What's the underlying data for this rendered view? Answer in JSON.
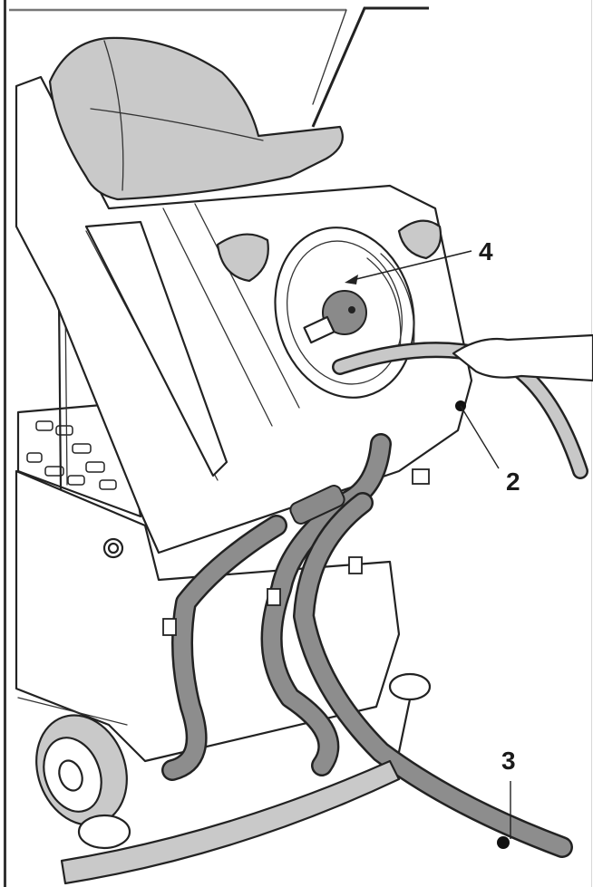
{
  "figure": {
    "type": "technical-illustration",
    "subject": "floor scrubber with drain hoses",
    "callouts": [
      {
        "id": "4",
        "label": "4",
        "target": "tank-filling-opening"
      },
      {
        "id": "2",
        "label": "2",
        "target": "fresh-water-tank"
      },
      {
        "id": "3",
        "label": "3",
        "target": "drain-hose-end"
      }
    ],
    "colors": {
      "line": "#222222",
      "hose": "#8d8d8d",
      "seat": "#c9c9c9",
      "background": "#ffffff"
    }
  }
}
